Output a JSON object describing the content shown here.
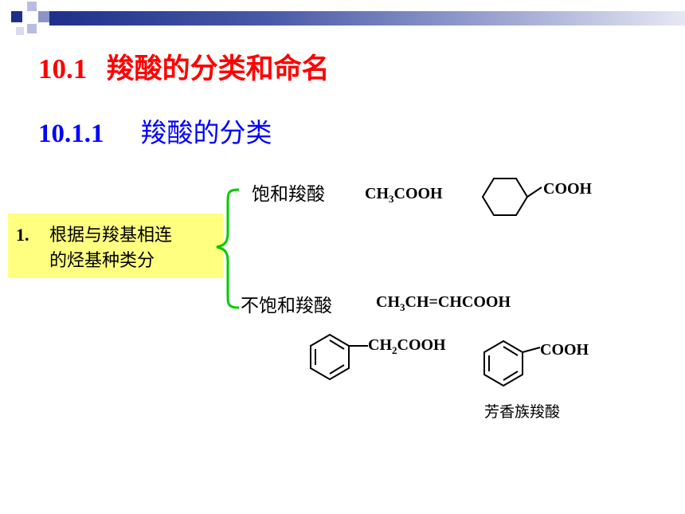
{
  "slide": {
    "title_number": "10.1",
    "title_text": "羧酸的分类和命名",
    "subtitle_number": "10.1.1",
    "subtitle_text": "羧酸的分类"
  },
  "criterion": {
    "number": "1.",
    "line1": "根据与羧基相连",
    "line2": "的烃基种类分"
  },
  "categories": {
    "saturated_label": "饱和羧酸",
    "unsaturated_label": "不饱和羧酸",
    "aromatic_label": "芳香族羧酸"
  },
  "formulas": {
    "acetic_a": "CH",
    "acetic_sub": "3",
    "acetic_b": "COOH",
    "cyclohexane_cooh": "COOH",
    "crotonic_a": "CH",
    "crotonic_sub": "3",
    "crotonic_b": "CH=CHCOOH",
    "phenylacetic_a": "CH",
    "phenylacetic_sub": "2",
    "phenylacetic_b": "COOH",
    "benzoic_cooh": "COOH"
  },
  "colors": {
    "title": "#ff0000",
    "subtitle": "#0000ff",
    "brace": "#00cc00",
    "highlight": "#ffff80"
  }
}
